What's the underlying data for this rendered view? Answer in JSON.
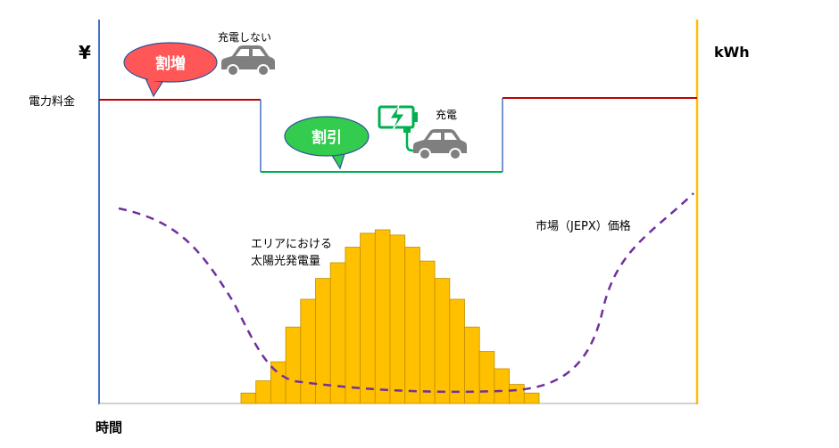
{
  "labels": {
    "yen_axis": "¥",
    "kwh_axis": "kWh",
    "price_label": "電力料金",
    "time_label": "時間",
    "no_charge": "充電しない",
    "charge": "充電",
    "surcharge_bubble": "割増",
    "discount_bubble": "割引",
    "solar_label_line1": "エリアにおける",
    "solar_label_line2": "太陽光発電量",
    "market_label": "市場（JEPX）価格"
  },
  "icons": [
    "car-icon",
    "battery-charging-icon",
    "charging-plug-icon"
  ],
  "colors": {
    "left_axis": "#4472c4",
    "right_axis": "#ffc000",
    "tariff_high": "#c00000",
    "tariff_low": "#00b050",
    "solar_bar": "#ffc000",
    "solar_bar_edge": "#c09000",
    "market_curve": "#7030a0",
    "bubble_surcharge": "#ff5757",
    "bubble_discount": "#33cc4f",
    "car": "#7f7f7f"
  },
  "solar_output": [
    0.06,
    0.13,
    0.24,
    0.44,
    0.6,
    0.72,
    0.81,
    0.9,
    0.98,
    1.0,
    0.97,
    0.9,
    0.82,
    0.72,
    0.6,
    0.44,
    0.3,
    0.2,
    0.11,
    0.06
  ]
}
